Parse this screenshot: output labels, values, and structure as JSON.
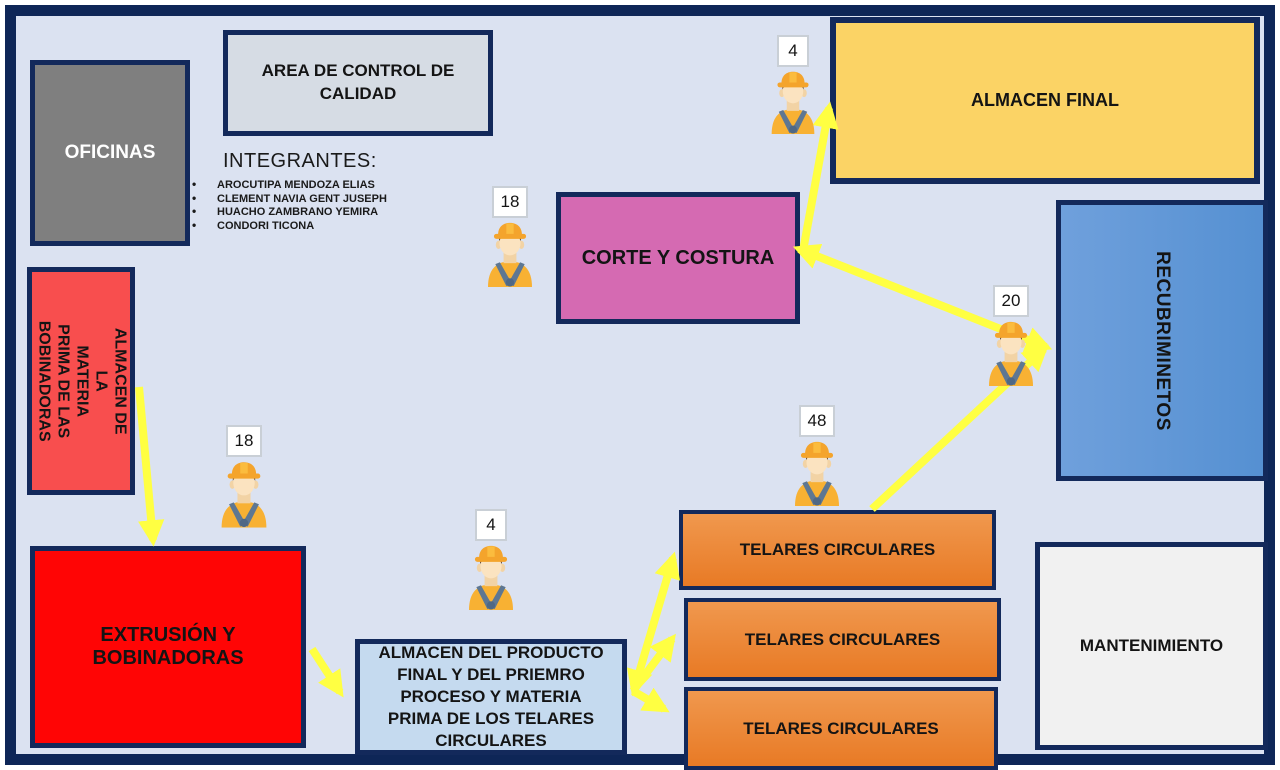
{
  "palette": {
    "background": "#DBE2F1",
    "frame_border": "#0E2657",
    "box_border": "#13295B",
    "arrow": "#FFFF42",
    "oficinas_fill": "#7F7F7F",
    "control_fill": "#D6DCE4",
    "almacen_final_fill": "#FBD365",
    "corte_fill": "#D56AB2",
    "recubriminetos_fill": "#5E96D5",
    "almacen_materia_fill": "#F84E4E",
    "extrusion_fill": "#FF0505",
    "almacen_producto_fill": "#C5DAEF",
    "telares_fill": "#EE8A38",
    "mantenimiento_fill": "#F1F1F1"
  },
  "boxes": {
    "oficinas": {
      "label": "OFICINAS"
    },
    "control_calidad": {
      "label": "AREA DE CONTROL DE CALIDAD"
    },
    "almacen_final": {
      "label": "ALMACEN FINAL"
    },
    "corte_costura": {
      "label": "CORTE Y COSTURA"
    },
    "recubriminetos": {
      "label": "RECUBRIMINETOS"
    },
    "almacen_materia": {
      "lines": [
        "ALMACEN DE LA",
        "MATERIA PRIMA DE LAS",
        "BOBINADORAS"
      ]
    },
    "extrusion": {
      "label": "EXTRUSIÓN Y BOBINADORAS"
    },
    "almacen_producto": {
      "label": "ALMACEN DEL PRODUCTO FINAL Y DEL PRIEMRO PROCESO Y MATERIA PRIMA DE LOS TELARES CIRCULARES"
    },
    "telares_1": {
      "label": "TELARES CIRCULARES"
    },
    "telares_2": {
      "label": "TELARES CIRCULARES"
    },
    "telares_3": {
      "label": "TELARES CIRCULARES"
    },
    "mantenimiento": {
      "label": "MANTENIMIENTO"
    }
  },
  "integrantes": {
    "heading": "INTEGRANTES:",
    "members": [
      "AROCUTIPA MENDOZA ELIAS",
      "CLEMENT NAVIA GENT JUSEPH",
      "HUACHO ZAMBRANO YEMIRA",
      "CONDORI TICONA"
    ]
  },
  "workers": {
    "almacen_final": {
      "count": "4"
    },
    "corte_costura": {
      "count": "18"
    },
    "recubriminetos": {
      "count": "20"
    },
    "telares": {
      "count": "48"
    },
    "extrusion": {
      "count": "18"
    },
    "almacen_producto": {
      "count": "4"
    }
  }
}
